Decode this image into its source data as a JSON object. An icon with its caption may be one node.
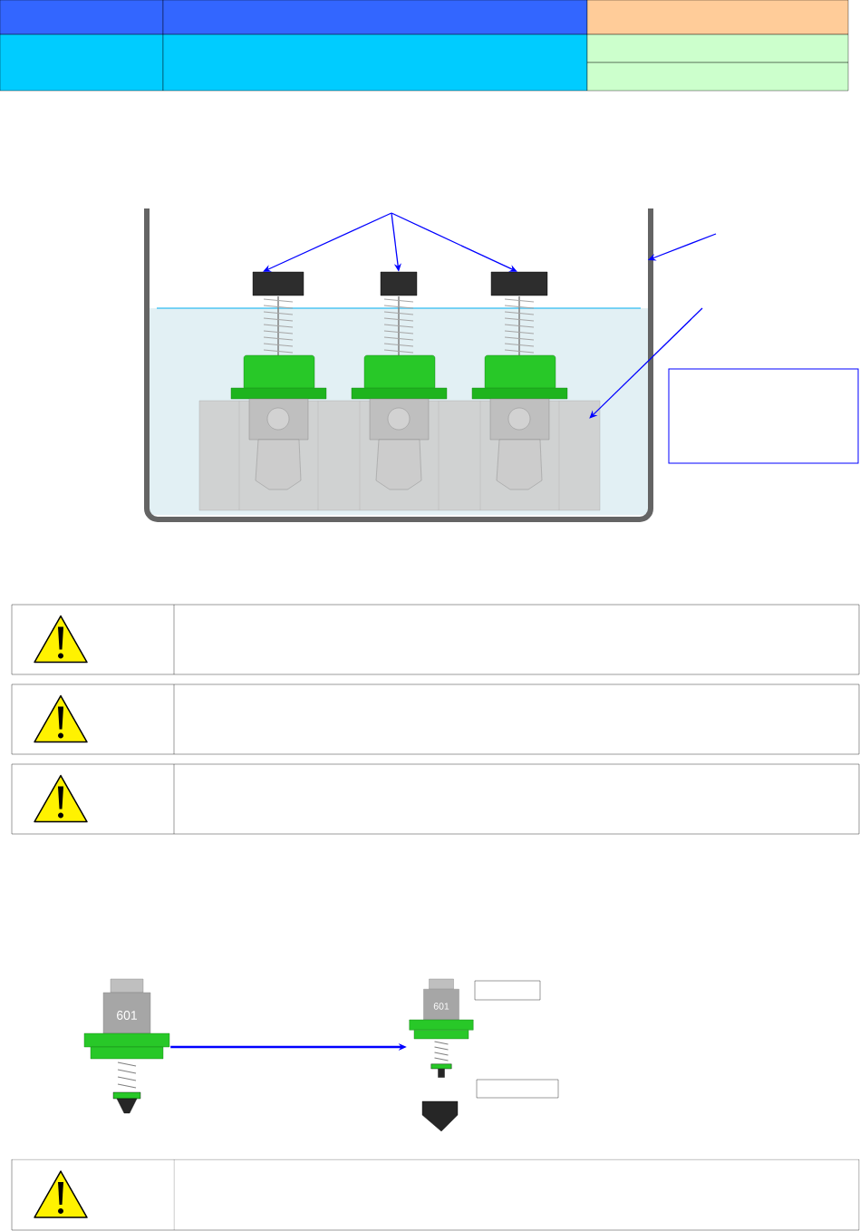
{
  "diagram": {
    "nodes": [
      {
        "text": [],
        "shape": "picture"
      },
      {
        "text": [],
        "shape": "picture"
      },
      {
        "text": [],
        "shape": "picture"
      },
      {
        "text": [],
        "shape": "bar"
      },
      {
        "text": [],
        "shape": "box"
      },
      {
        "text": [],
        "shape": "picture"
      },
      {
        "text": [],
        "shape": "picture"
      },
      {
        "text": [],
        "shape": "box"
      },
      {
        "text": [],
        "shape": "box"
      },
      {
        "text": [],
        "shape": "box"
      }
    ],
    "edges": [
      {
        "from": null,
        "to": 0,
        "arrow": "to"
      },
      {
        "from": null,
        "to": 1,
        "arrow": "to"
      },
      {
        "from": null,
        "to": 2,
        "arrow": "to"
      },
      {
        "from": null,
        "to": 3,
        "arrow": "to"
      },
      {
        "from": null,
        "to": 4,
        "arrow": "to"
      },
      {
        "from": 5,
        "to": 6,
        "arrow": "to"
      }
    ],
    "labels": [
      "601",
      "601"
    ]
  }
}
